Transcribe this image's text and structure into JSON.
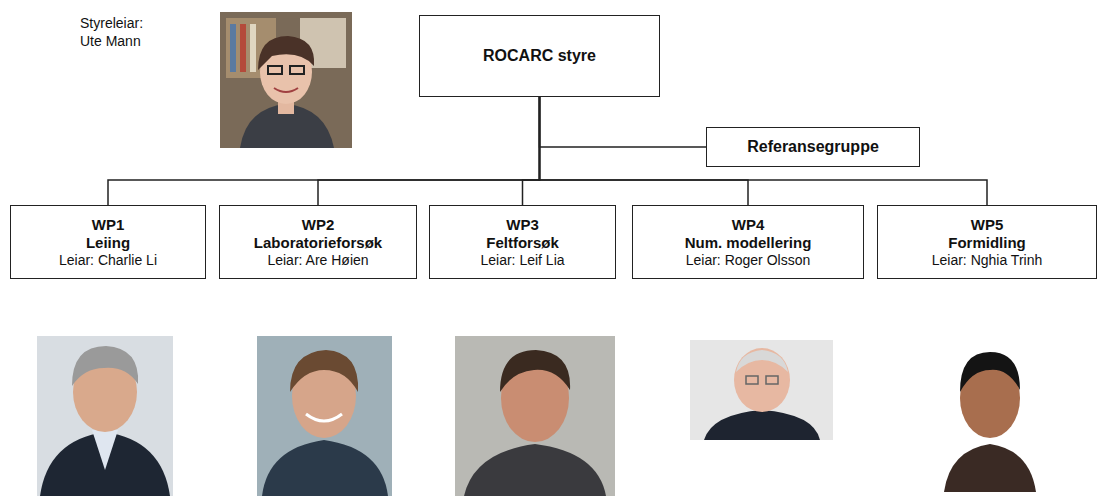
{
  "diagram": {
    "nodes": [
      {
        "text": [
          "ROCARC styre"
        ]
      },
      {
        "text": [
          "Referansegruppe"
        ]
      },
      {
        "text": [
          "WP1",
          "Leiing",
          "Leiar: Charlie Li"
        ]
      },
      {
        "text": [
          "WP2",
          "Laboratorieforsøk",
          "Leiar: Are Høien"
        ]
      },
      {
        "text": [
          "WP3",
          "Feltforsøk",
          "Leiar: Leif Lia"
        ]
      },
      {
        "text": [
          "WP4",
          "Num. modellering",
          "Leiar: Roger Olsson"
        ]
      },
      {
        "text": [
          "WP5",
          "Formidling",
          "Leiar: Nghia Trinh"
        ]
      }
    ],
    "edges": [
      {
        "from": 0,
        "to": 1,
        "arrow": "none"
      },
      {
        "from": 0,
        "to": 2,
        "arrow": "none"
      },
      {
        "from": 0,
        "to": 3,
        "arrow": "none"
      },
      {
        "from": 0,
        "to": 4,
        "arrow": "none"
      },
      {
        "from": 0,
        "to": 5,
        "arrow": "none"
      },
      {
        "from": 0,
        "to": 6,
        "arrow": "none"
      }
    ],
    "labels": [
      "Styreleiar:",
      "Ute Mann"
    ]
  }
}
